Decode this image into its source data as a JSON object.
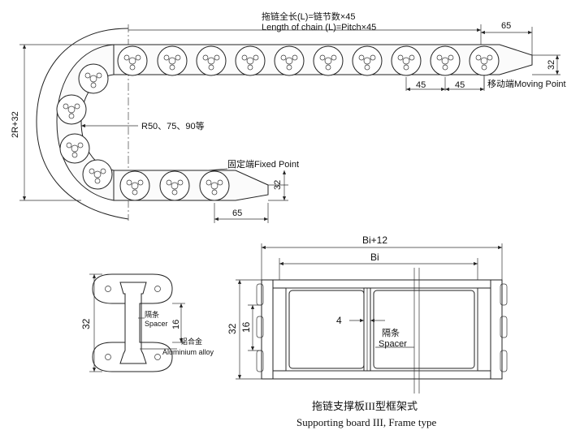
{
  "chain": {
    "length_label_cn": "拖链全长(L)=链节数×45",
    "length_label_en": "Length of chain (L)=Pitch×45",
    "radius_label": "R50、75、90等",
    "height_label": "2R+32",
    "fixed_point": "固定端Fixed Point",
    "moving_point": "移动端Moving Point",
    "dim_65_top": "65",
    "dim_65_bottom": "65",
    "dim_45_a": "45",
    "dim_45_b": "45",
    "dim_32_right": "32",
    "dim_32_bottom": "32"
  },
  "spacer": {
    "dim_32": "32",
    "dim_16": "16",
    "spacer_cn": "隔条",
    "spacer_en": "Spacer",
    "material_cn": "铝合金",
    "material_en": "Aluminium alloy"
  },
  "frame": {
    "outer_width": "Bi+12",
    "inner_width": "Bi",
    "dim_32": "32",
    "dim_16": "16",
    "dim_4": "4",
    "spacer_cn": "隔条",
    "spacer_en": "Spacer"
  },
  "caption": {
    "cn": "拖链支撑板III型框架式",
    "en": "Supporting board III, Frame type"
  }
}
